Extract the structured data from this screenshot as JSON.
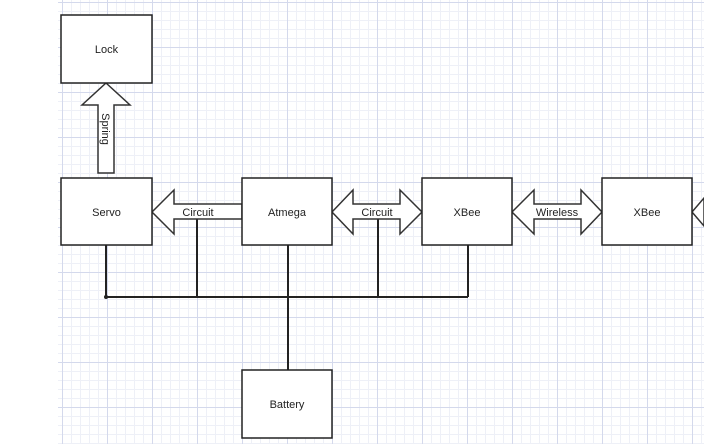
{
  "diagram": {
    "boxes": {
      "lock": "Lock",
      "servo": "Servo",
      "atmega": "Atmega",
      "xbee_local": "XBee",
      "xbee_remote": "XBee",
      "battery": "Battery"
    },
    "connections": {
      "spring": "Spring",
      "circuit_servo_atmega": "Circuit",
      "circuit_atmega_xbee": "Circuit",
      "wireless": "Wireless"
    }
  }
}
